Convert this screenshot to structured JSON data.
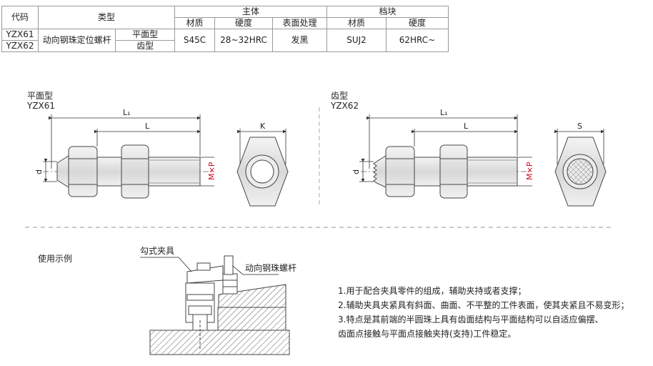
{
  "spec_table": {
    "col_code": "代码",
    "col_type": "类型",
    "group_body": "主体",
    "group_block": "档块",
    "sub_material": "材质",
    "sub_hardness": "硬度",
    "sub_surface": "表面处理",
    "sub_material2": "材质",
    "sub_hardness2": "硬度",
    "codes": [
      "YZX61",
      "YZX62"
    ],
    "type_name": "动向钢珠定位螺杆",
    "variants": [
      "平面型",
      "齿型"
    ],
    "body_material": "S45C",
    "body_hardness": "28~32HRC",
    "surface": "发黑",
    "block_material": "SUJ2",
    "block_hardness": "62HRC~"
  },
  "views": {
    "flat_type": "平面型",
    "flat_code": "YZX61",
    "tooth_type": "齿型",
    "tooth_code": "YZX62",
    "dim_L1": "L₁",
    "dim_L": "L",
    "dim_d": "d",
    "dim_MxP": "M×P",
    "dim_K": "K",
    "dim_S": "S"
  },
  "usage": {
    "title": "使用示例",
    "callout_clamp": "勾式夹具",
    "callout_screw": "动向钢珠螺杆"
  },
  "notes": [
    "1.用于配合夹具零件的组成，辅助夹持或者支撑；",
    "2.辅助夹具夹紧具有斜面、曲面、不平整的工件表面，使其夹紧且不易变形；",
    "3.特点是其前端的半圆珠上具有齿面结构与平面结构可以自适应偏摆、",
    "齿面点接触与平面点接触夹持(支持)工件稳定。"
  ],
  "colors": {
    "dimension": "#d0021b",
    "line": "#333333",
    "border": "#9a9a9a",
    "hatch": "#555555"
  }
}
